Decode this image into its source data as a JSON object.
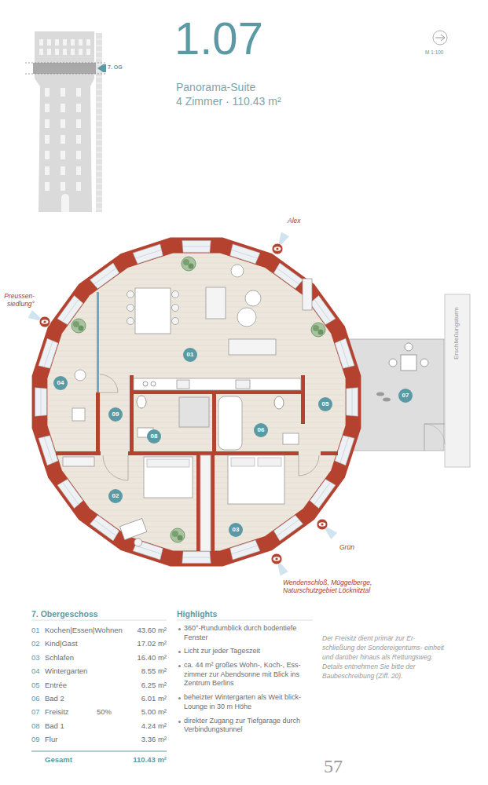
{
  "diagram": {
    "title": "1.07",
    "nodes": [
      {
        "text": [
          "01"
        ]
      },
      {
        "text": [
          "04"
        ]
      },
      {
        "text": [
          "07"
        ]
      },
      {
        "text": [
          "05"
        ]
      },
      {
        "text": [
          "09"
        ]
      },
      {
        "text": [
          "06"
        ]
      },
      {
        "text": [
          "08"
        ]
      },
      {
        "text": [
          "02"
        ]
      },
      {
        "text": [
          "03"
        ]
      }
    ],
    "labels": [
      "7. OG",
      "Panorama-Suite",
      "4 Zimmer · 110.43 m²",
      "M 1:100",
      "Alex",
      "Preussen- siedlung°",
      "Erschließungsturm",
      "Grün",
      "Wendenschloß, Müggelberge, Naturschutzgebiet Löcknitztal",
      "7. Obergeschoss",
      "01",
      "Kochen|Essen|Wohnen",
      "43.60 m²",
      "02",
      "Kind|Gast",
      "17.02 m²",
      "03",
      "Schlafen",
      "16.40 m²",
      "04",
      "Wintergarten",
      "8.55 m²",
      "05",
      "Entrée",
      "6.25 m²",
      "06",
      "Bad 2",
      "6.01 m²",
      "07",
      "Freisitz",
      "50%",
      "5.00 m²",
      "08",
      "Bad 1",
      "4.24 m²",
      "09",
      "Flur",
      "3.36 m²",
      "Gesamt",
      "110.43 m²",
      "Highlights",
      "360°-Rundumblick durch bodentiefe Fenster",
      "Licht zur jeder Tageszeit",
      "ca. 44 m² großes Wohn-, Koch-, Ess- zimmer zur Abendsonne mit Blick ins Zentrum Berlins",
      "beheizter Wintergarten als Weit blick-Lounge in 30 m Höhe",
      "direkter Zugang zur Tiefgarage durch Verbindungstunnel",
      "Der Freisitz dient primär zur Er- schließung der Sondereigentums- einheit und darüber hinaus als Rettungsweg. Details entnehmen Sie bitte der Baubeschreibung (Ziff. 20).",
      "57"
    ]
  }
}
